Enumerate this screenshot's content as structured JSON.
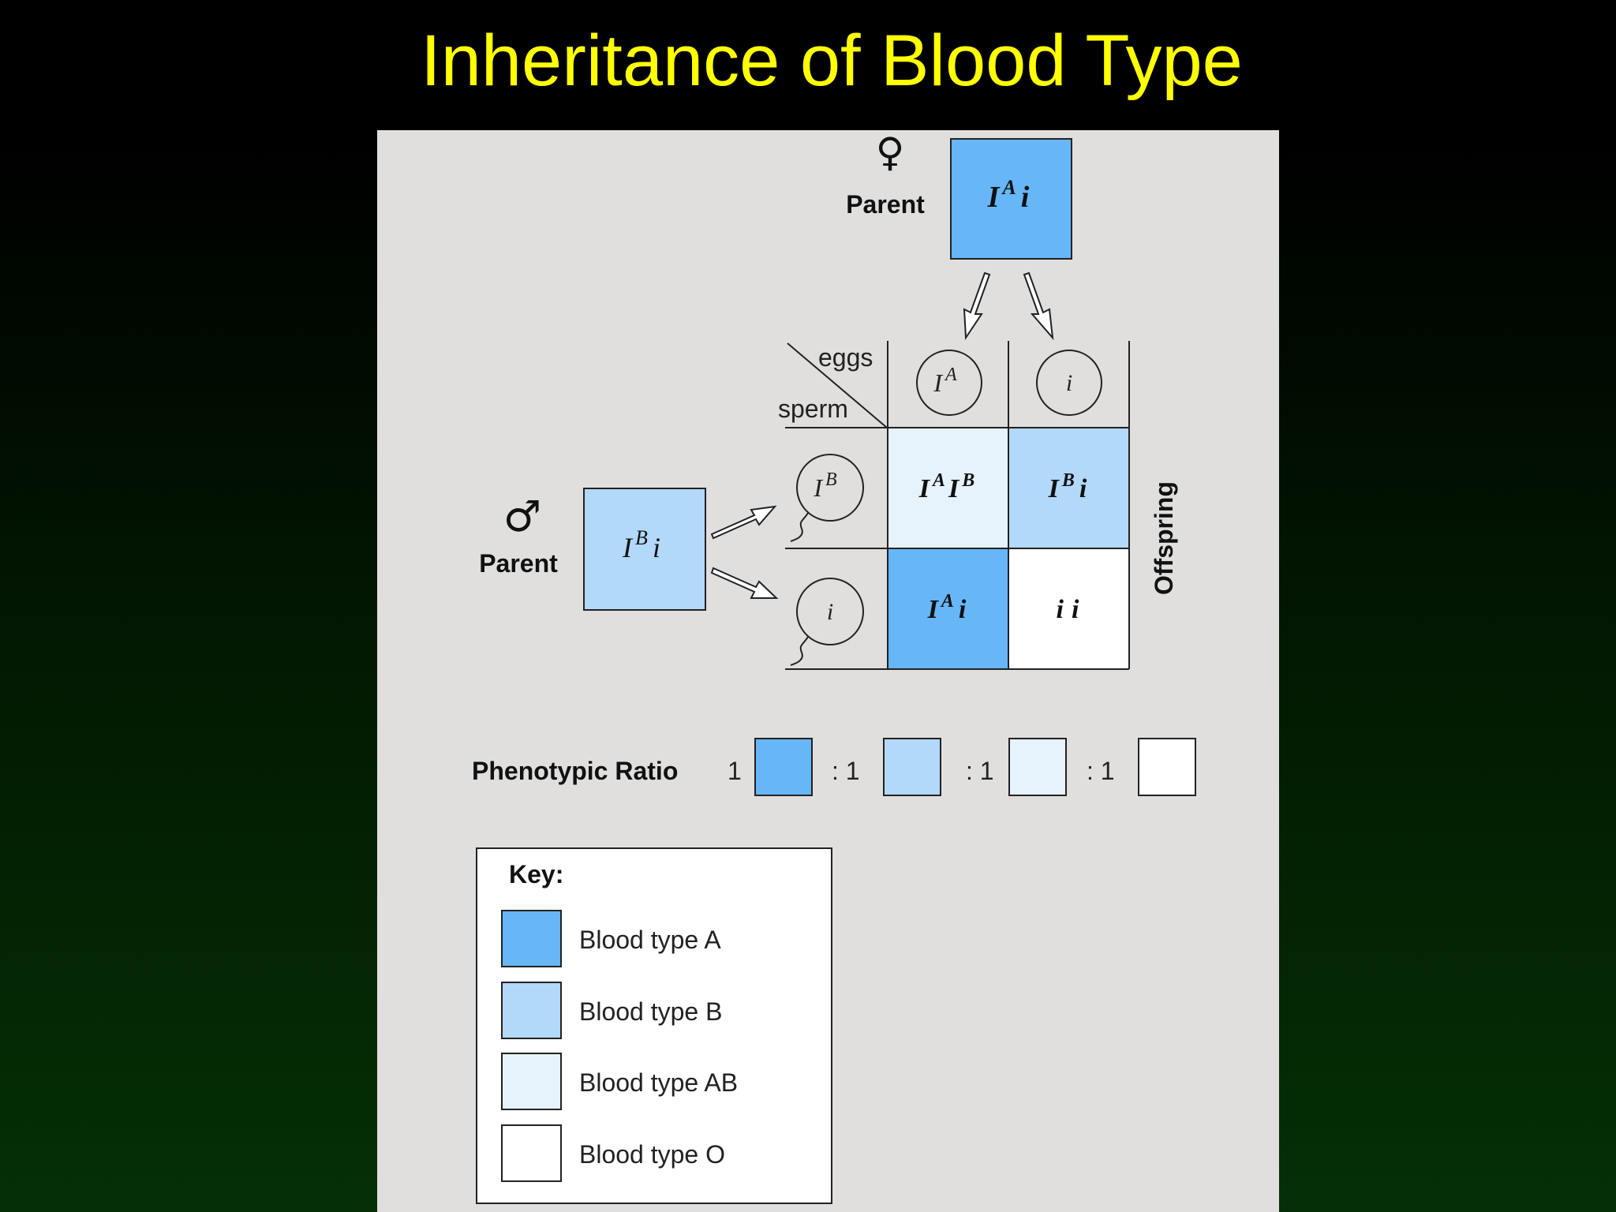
{
  "slide": {
    "title": "Inheritance of Blood Type"
  },
  "colors": {
    "type_a": "#66b6f8",
    "type_b": "#b2d8fa",
    "type_ab": "#e6f2fc",
    "type_o": "#ffffff",
    "panel": "#e0dfdd",
    "title": "#ffff00"
  },
  "parents": {
    "female": {
      "symbol": "♀",
      "label": "Parent",
      "genotype": {
        "base": "I",
        "sup": "A",
        "tail": "i"
      }
    },
    "male": {
      "symbol": "♂",
      "label": "Parent",
      "genotype": {
        "base": "I",
        "sup": "B",
        "tail": "i"
      }
    }
  },
  "punnett": {
    "eggs_label": "eggs",
    "sperm_label": "sperm",
    "offspring_label": "Offspring",
    "eggs": [
      {
        "base": "I",
        "sup": "A"
      },
      {
        "base": "i",
        "sup": ""
      }
    ],
    "sperm": [
      {
        "base": "I",
        "sup": "B"
      },
      {
        "base": "i",
        "sup": ""
      }
    ],
    "cells": [
      [
        {
          "g1": "I",
          "s1": "A",
          "g2": "I",
          "s2": "B",
          "color": "type_ab"
        },
        {
          "g1": "I",
          "s1": "B",
          "g2": "i",
          "s2": "",
          "color": "type_b"
        }
      ],
      [
        {
          "g1": "I",
          "s1": "A",
          "g2": "i",
          "s2": "",
          "color": "type_a"
        },
        {
          "g1": "i",
          "s1": "",
          "g2": "i",
          "s2": "",
          "color": "type_o"
        }
      ]
    ]
  },
  "ratio": {
    "label": "Phenotypic Ratio",
    "items": [
      {
        "prefix": "1",
        "color": "type_a"
      },
      {
        "prefix": ": 1",
        "color": "type_b"
      },
      {
        "prefix": ": 1",
        "color": "type_ab"
      },
      {
        "prefix": ": 1",
        "color": "type_o"
      }
    ]
  },
  "key": {
    "title": "Key:",
    "items": [
      {
        "label": "Blood type A",
        "color": "type_a"
      },
      {
        "label": "Blood type B",
        "color": "type_b"
      },
      {
        "label": "Blood type AB",
        "color": "type_ab"
      },
      {
        "label": "Blood type O",
        "color": "type_o"
      }
    ]
  }
}
